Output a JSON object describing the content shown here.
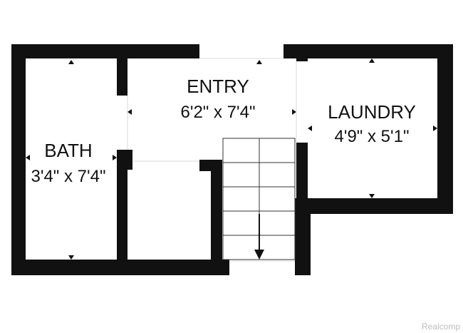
{
  "floorplan": {
    "rooms": [
      {
        "id": "entry",
        "name": "ENTRY",
        "dimensions": "6'2\" x 7'4\""
      },
      {
        "id": "laundry",
        "name": "LAUNDRY",
        "dimensions": "4'9\" x 5'1\""
      },
      {
        "id": "bath",
        "name": "BATH",
        "dimensions": "3'4\" x 7'4\""
      }
    ],
    "colors": {
      "wall": "#111111",
      "thin_line": "#e6e6e6",
      "watermark": "#bdbdbd"
    },
    "icons": [
      "dimension-arrow-icon",
      "stair-direction-arrow-icon"
    ]
  },
  "watermark": "Realcomp"
}
